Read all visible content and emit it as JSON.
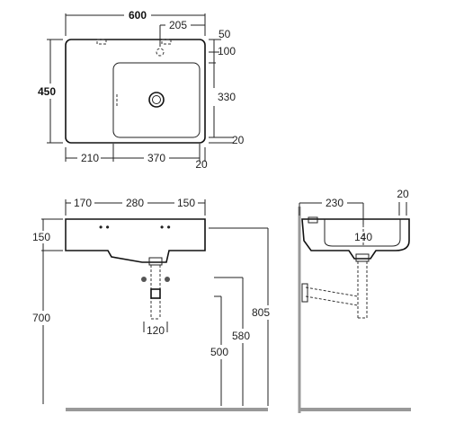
{
  "top_view": {
    "width": "600",
    "depth": "450",
    "tap_offset": "205",
    "top_margin": "50",
    "tap_depth": "100",
    "bowl_depth": "330",
    "front_margin": "20",
    "left_margin": "210",
    "bowl_width": "370",
    "right_margin": "20"
  },
  "front_view": {
    "seg_left": "170",
    "seg_mid": "280",
    "seg_right": "150",
    "basin_height": "150",
    "floor_to_basin_bottom": "700",
    "floor_to_top": "805",
    "floor_to_trap": "580",
    "floor_to_waste": "500",
    "waste_width": "120"
  },
  "side_view": {
    "depth_to_waste": "230",
    "rim_thickness": "20",
    "bowl_height": "140"
  }
}
